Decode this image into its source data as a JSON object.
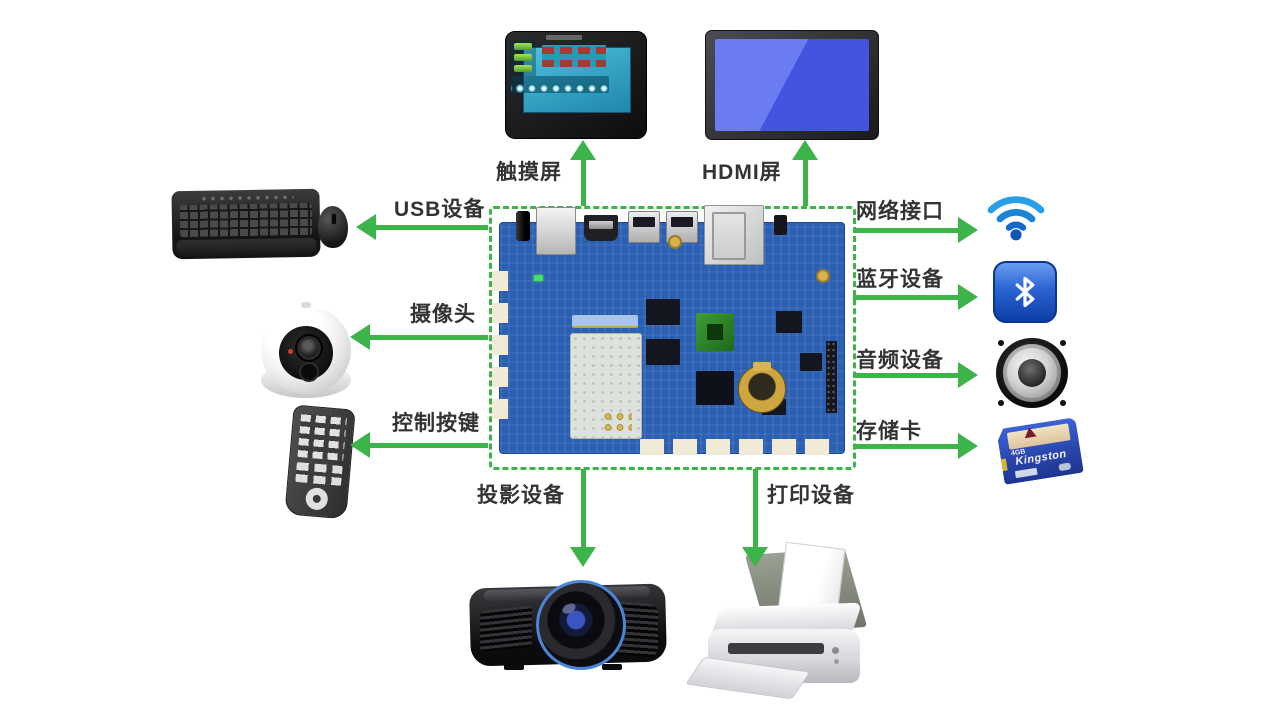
{
  "labels": {
    "touch_screen": "触摸屏",
    "hdmi_screen": "HDMI屏",
    "usb_devices": "USB设备",
    "camera": "摄像头",
    "control_keys": "控制按键",
    "network_interface": "网络接口",
    "bluetooth_devices": "蓝牙设备",
    "audio_devices": "音频设备",
    "storage_card": "存储卡",
    "projector_devices": "投影设备",
    "printer_devices": "打印设备"
  },
  "devices": {
    "sd_card": {
      "brand": "Kingston",
      "capacity": "4GB"
    }
  },
  "colors": {
    "arrow_green": "#3cb44a",
    "label_text": "#333333",
    "board_blue": "#2b5fb2",
    "hdmi_screen_blue": "#4254e0",
    "bluetooth_blue": "#2a63d4"
  }
}
